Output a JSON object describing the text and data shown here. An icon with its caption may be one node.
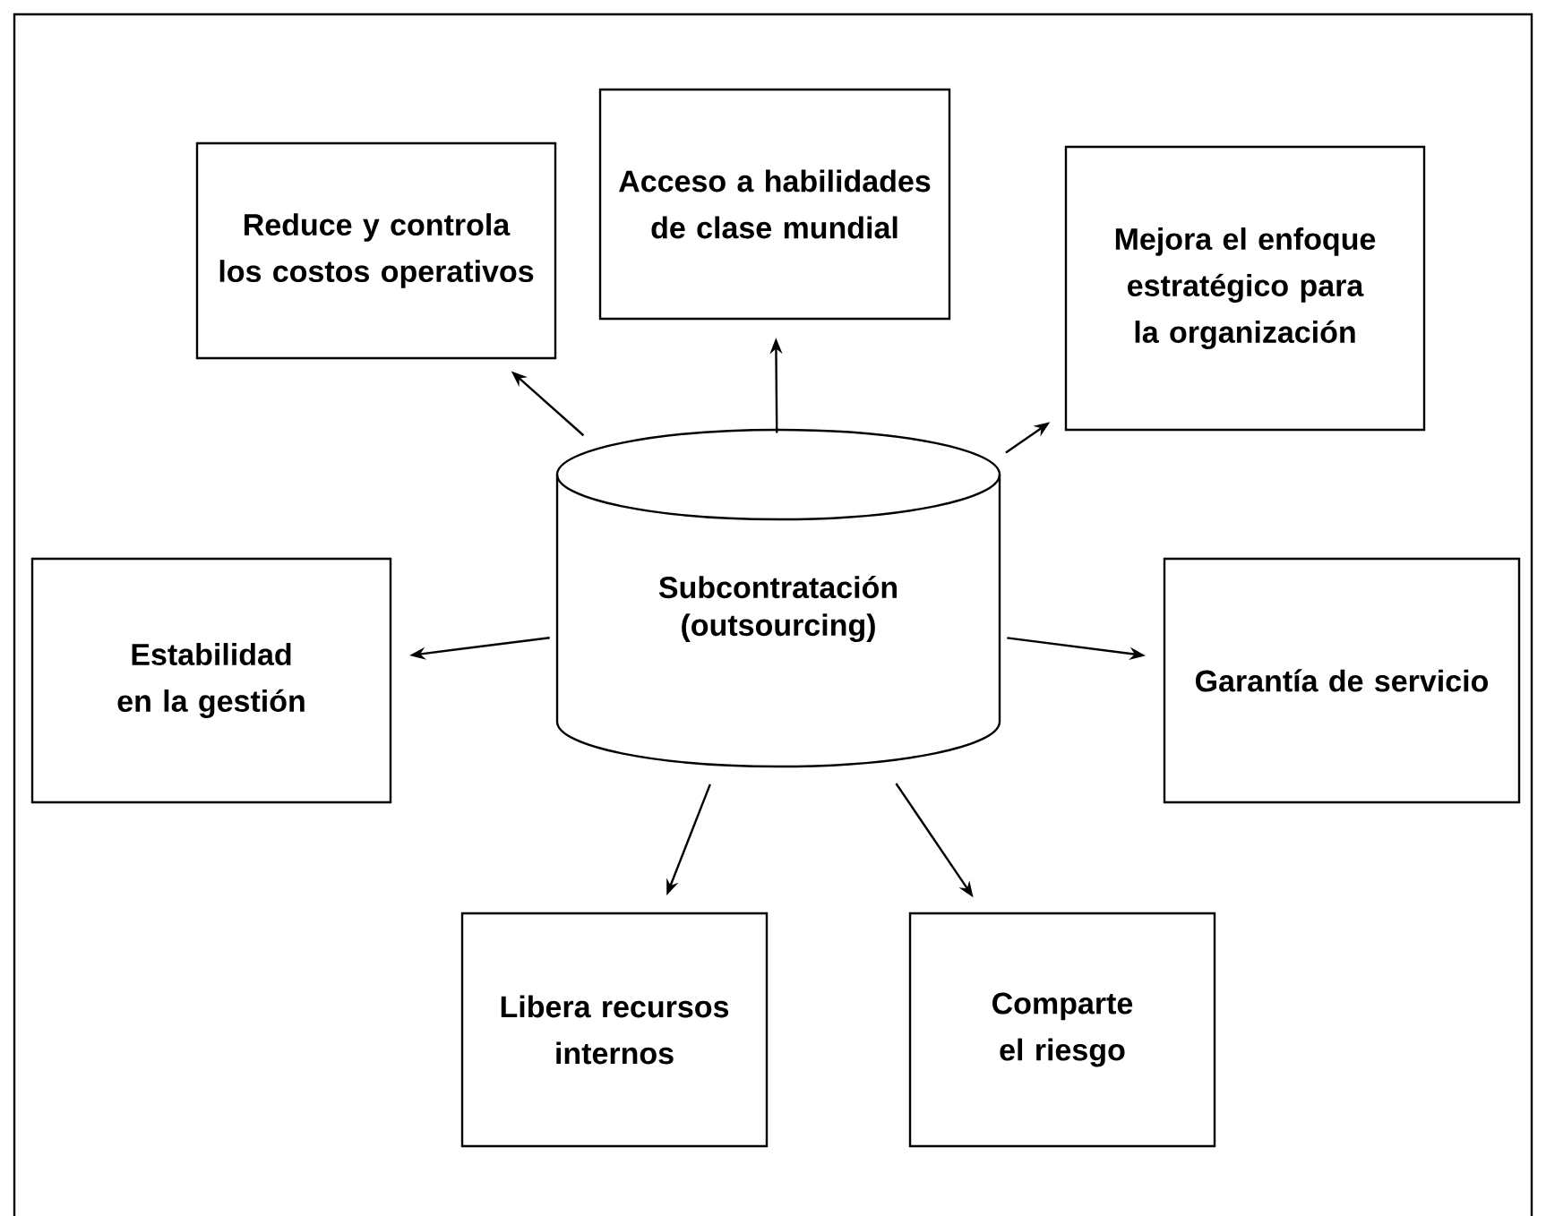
{
  "diagram": {
    "nodes": [
      {
        "text": [
          "Reduce y controla los costos operativos"
        ]
      },
      {
        "text": [
          "Acceso a habilidades de clase mundial"
        ]
      },
      {
        "text": [
          "Mejora el enfoque estratégico para la organización"
        ]
      },
      {
        "text": [
          "Estabilidad en la gestión"
        ]
      },
      {
        "text": [
          "Subcontratación (outsourcing)"
        ]
      },
      {
        "text": [
          "Garantía de servicio"
        ]
      },
      {
        "text": [
          "Libera recursos internos"
        ]
      },
      {
        "text": [
          "Comparte el riesgo"
        ]
      }
    ],
    "edges": [
      {
        "from": 4,
        "to": 0,
        "arrow": "to"
      },
      {
        "from": 4,
        "to": 1,
        "arrow": "to"
      },
      {
        "from": 4,
        "to": 2,
        "arrow": "to"
      },
      {
        "from": 4,
        "to": 3,
        "arrow": "to"
      },
      {
        "from": 4,
        "to": 5,
        "arrow": "to"
      },
      {
        "from": 4,
        "to": 6,
        "arrow": "to"
      },
      {
        "from": 4,
        "to": 7,
        "arrow": "to"
      }
    ]
  }
}
